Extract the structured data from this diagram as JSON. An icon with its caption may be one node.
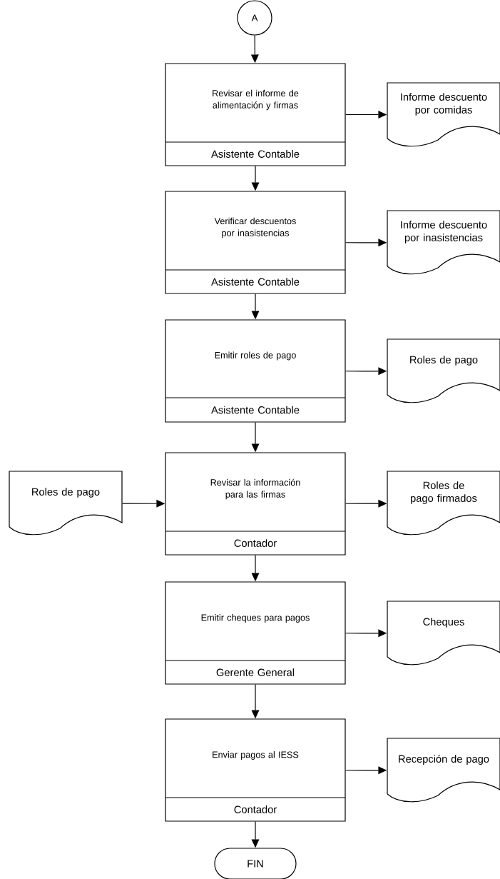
{
  "diagram": {
    "nodes": [
      {
        "text": [
          "A"
        ]
      },
      {
        "text": [
          "Revisar el informe de alimentación y firmas",
          "Asistente Contable"
        ]
      },
      {
        "text": [
          "Informe descuento por comidas"
        ]
      },
      {
        "text": [
          "Verificar descuentos por inasistencias",
          "Asistente Contable"
        ]
      },
      {
        "text": [
          "Informe descuento por inasistencias"
        ]
      },
      {
        "text": [
          "Emitir roles de pago",
          "Asistente Contable"
        ]
      },
      {
        "text": [
          "Roles de pago"
        ]
      },
      {
        "text": [
          "Roles de pago"
        ]
      },
      {
        "text": [
          "Revisar la información para las firmas",
          "Contador"
        ]
      },
      {
        "text": [
          "Roles de pago firmados"
        ]
      },
      {
        "text": [
          "Emitir cheques para pagos",
          "Gerente General"
        ]
      },
      {
        "text": [
          "Cheques"
        ]
      },
      {
        "text": [
          "Enviar pagos al IESS",
          "Contador"
        ]
      },
      {
        "text": [
          "Recepción de pago"
        ]
      },
      {
        "text": [
          "FIN"
        ]
      }
    ],
    "edges": [
      {
        "from": 0,
        "to": 1,
        "arrow": "to"
      },
      {
        "from": 1,
        "to": 2,
        "arrow": "to"
      },
      {
        "from": 1,
        "to": 3,
        "arrow": "to"
      },
      {
        "from": 3,
        "to": 4,
        "arrow": "to"
      },
      {
        "from": 3,
        "to": 5,
        "arrow": "to"
      },
      {
        "from": 5,
        "to": 6,
        "arrow": "to"
      },
      {
        "from": 5,
        "to": 8,
        "arrow": "to"
      },
      {
        "from": 7,
        "to": 8,
        "arrow": "to"
      },
      {
        "from": 8,
        "to": 9,
        "arrow": "to"
      },
      {
        "from": 8,
        "to": 10,
        "arrow": "to"
      },
      {
        "from": 10,
        "to": 11,
        "arrow": "to"
      },
      {
        "from": 10,
        "to": 12,
        "arrow": "to"
      },
      {
        "from": 12,
        "to": 13,
        "arrow": "to"
      },
      {
        "from": 12,
        "to": 14,
        "arrow": "to"
      }
    ]
  }
}
